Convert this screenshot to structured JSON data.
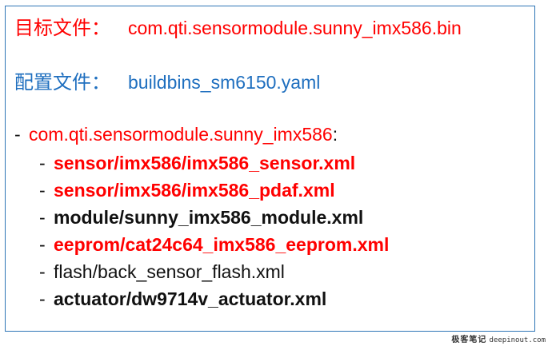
{
  "target": {
    "label": "目标文件：",
    "value": "com.qti.sensormodule.sunny_imx586.bin"
  },
  "config": {
    "label": "配置文件：",
    "value": "buildbins_sm6150.yaml"
  },
  "tree": {
    "root_dash": "-",
    "root": "com.qti.sensormodule.sunny_imx586",
    "root_colon": ":",
    "item_dash": "-",
    "items": [
      {
        "text": "sensor/imx586/imx586_sensor.xml",
        "color": "#ff0000",
        "bold": true
      },
      {
        "text": "sensor/imx586/imx586_pdaf.xml",
        "color": "#ff0000",
        "bold": true
      },
      {
        "text": "module/sunny_imx586_module.xml",
        "color": "#111111",
        "bold": true
      },
      {
        "text": "eeprom/cat24c64_imx586_eeprom.xml",
        "color": "#ff0000",
        "bold": true
      },
      {
        "text": "flash/back_sensor_flash.xml",
        "color": "#111111",
        "bold": false
      },
      {
        "text": "actuator/dw9714v_actuator.xml",
        "color": "#111111",
        "bold": true
      }
    ]
  },
  "watermark": {
    "cn": "极客笔记",
    "en": "deepinout.com"
  }
}
